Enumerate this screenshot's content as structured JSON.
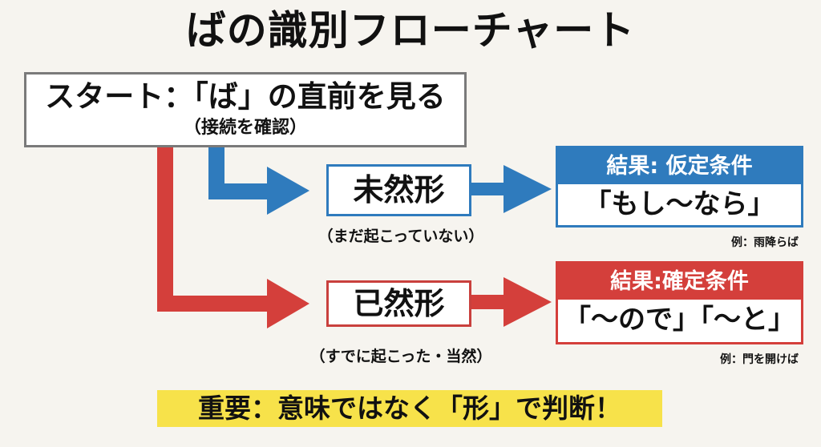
{
  "title": "ばの識別フローチャート",
  "start": {
    "main": "スタート：「ば」の直前を見る",
    "sub": "（接続を確認）"
  },
  "branches": [
    {
      "form": "未然形",
      "note": "（まだ起こっていない）",
      "result_header": "結果: 仮定条件",
      "result_body": "「もし～なら」",
      "example": "例：雨降らば",
      "color": "#2f7bbd"
    },
    {
      "form": "已然形",
      "note": "（すでに起こった・当然）",
      "result_header": "結果:確定条件",
      "result_body": "「～ので」「～と」",
      "example": "例：門を開けば",
      "color": "#d43f3b"
    }
  ],
  "banner": "重要：意味ではなく「形」で判断！",
  "colors": {
    "background": "#f6f4ef",
    "blue": "#2f7bbd",
    "red": "#d43f3b",
    "highlight": "#f7e24a"
  }
}
